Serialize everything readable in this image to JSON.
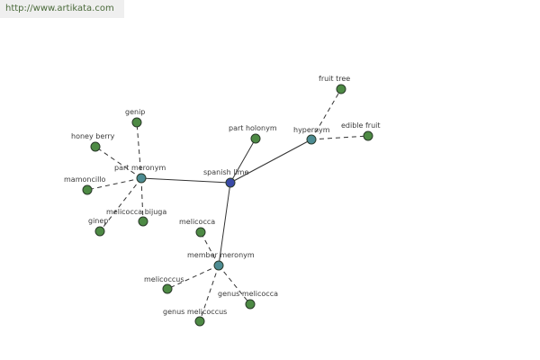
{
  "banner": {
    "url": "http://www.artikata.com"
  },
  "colors": {
    "center": "#3a4aa8",
    "relation": "#4d8c93",
    "leaf": "#4d8a44"
  },
  "nodes": [
    {
      "id": "spanish-lime",
      "label": "spanish lime",
      "kind": "center"
    },
    {
      "id": "part-holonym",
      "label": "part holonym",
      "kind": "leaf"
    },
    {
      "id": "hypernym",
      "label": "hypernym",
      "kind": "relation"
    },
    {
      "id": "fruit-tree",
      "label": "fruit tree",
      "kind": "leaf"
    },
    {
      "id": "edible-fruit",
      "label": "edible fruit",
      "kind": "leaf"
    },
    {
      "id": "part-meronym",
      "label": "part meronym",
      "kind": "relation"
    },
    {
      "id": "genip",
      "label": "genip",
      "kind": "leaf"
    },
    {
      "id": "honey-berry",
      "label": "honey berry",
      "kind": "leaf"
    },
    {
      "id": "mamoncillo",
      "label": "mamoncillo",
      "kind": "leaf"
    },
    {
      "id": "ginep",
      "label": "ginep",
      "kind": "leaf"
    },
    {
      "id": "melicocca-bijuga",
      "label": "melicocca bijuga",
      "kind": "leaf"
    },
    {
      "id": "member-meronym",
      "label": "member meronym",
      "kind": "relation"
    },
    {
      "id": "melicocca",
      "label": "melicocca",
      "kind": "leaf"
    },
    {
      "id": "melicoccus",
      "label": "melicoccus",
      "kind": "leaf"
    },
    {
      "id": "genus-melicoccus",
      "label": "genus melicoccus",
      "kind": "leaf"
    },
    {
      "id": "genus-melicocca",
      "label": "genus melicocca",
      "kind": "leaf"
    }
  ],
  "edges": [
    {
      "from": "spanish-lime",
      "to": "part-holonym",
      "style": "solid"
    },
    {
      "from": "spanish-lime",
      "to": "hypernym",
      "style": "solid"
    },
    {
      "from": "spanish-lime",
      "to": "part-meronym",
      "style": "solid"
    },
    {
      "from": "spanish-lime",
      "to": "member-meronym",
      "style": "solid"
    },
    {
      "from": "hypernym",
      "to": "fruit-tree",
      "style": "dashed"
    },
    {
      "from": "hypernym",
      "to": "edible-fruit",
      "style": "dashed"
    },
    {
      "from": "part-meronym",
      "to": "genip",
      "style": "dashed"
    },
    {
      "from": "part-meronym",
      "to": "honey-berry",
      "style": "dashed"
    },
    {
      "from": "part-meronym",
      "to": "mamoncillo",
      "style": "dashed"
    },
    {
      "from": "part-meronym",
      "to": "ginep",
      "style": "dashed"
    },
    {
      "from": "part-meronym",
      "to": "melicocca-bijuga",
      "style": "dashed"
    },
    {
      "from": "member-meronym",
      "to": "melicocca",
      "style": "dashed"
    },
    {
      "from": "member-meronym",
      "to": "melicoccus",
      "style": "dashed"
    },
    {
      "from": "member-meronym",
      "to": "genus-melicoccus",
      "style": "dashed"
    },
    {
      "from": "member-meronym",
      "to": "genus-melicocca",
      "style": "dashed"
    }
  ]
}
